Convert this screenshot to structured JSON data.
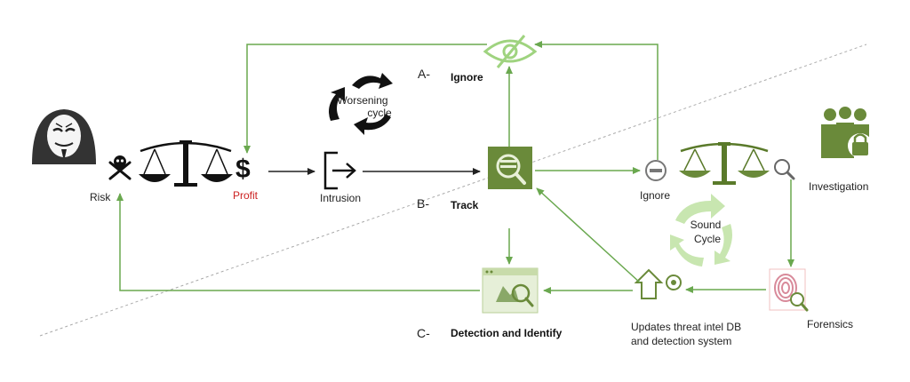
{
  "labels": {
    "risk": "Risk",
    "profit": "Profit",
    "intrusion": "Intrusion",
    "worsening_line1": "Worsening",
    "worsening_line2": "cycle",
    "option_a_letter": "A-",
    "option_a": "Ignore",
    "option_b_letter": "B-",
    "option_b": "Track",
    "option_c_letter": "C-",
    "option_c": "Detection and Identify",
    "ignore": "Ignore",
    "investigation": "Investigation",
    "sound_line1": "Sound",
    "sound_line2": "Cycle",
    "updates_line1": "Updates threat intel DB",
    "updates_line2": "and detection system",
    "forensics": "Forensics",
    "profit_symbol": "$"
  },
  "colors": {
    "green": "#6aa84f",
    "light_green": "#9fd37f",
    "olive": "#5a7a2a",
    "dark": "#222222",
    "red": "#cc2222",
    "gray": "#aaaaaa"
  },
  "icons": {
    "hacker": "anonymous-hacker-icon",
    "skull": "skull-crossbones-icon",
    "scale": "balance-scale-icon",
    "dollar": "dollar-icon",
    "intrusion": "exit-arrow-icon",
    "eye": "eye-slash-icon",
    "track": "magnifier-track-icon",
    "detect": "browser-detect-icon",
    "stop": "stop-circle-icon",
    "investigate": "magnifier-icon",
    "team": "team-lock-icon",
    "forensics": "fingerprint-icon",
    "update": "update-arrow-icon"
  }
}
